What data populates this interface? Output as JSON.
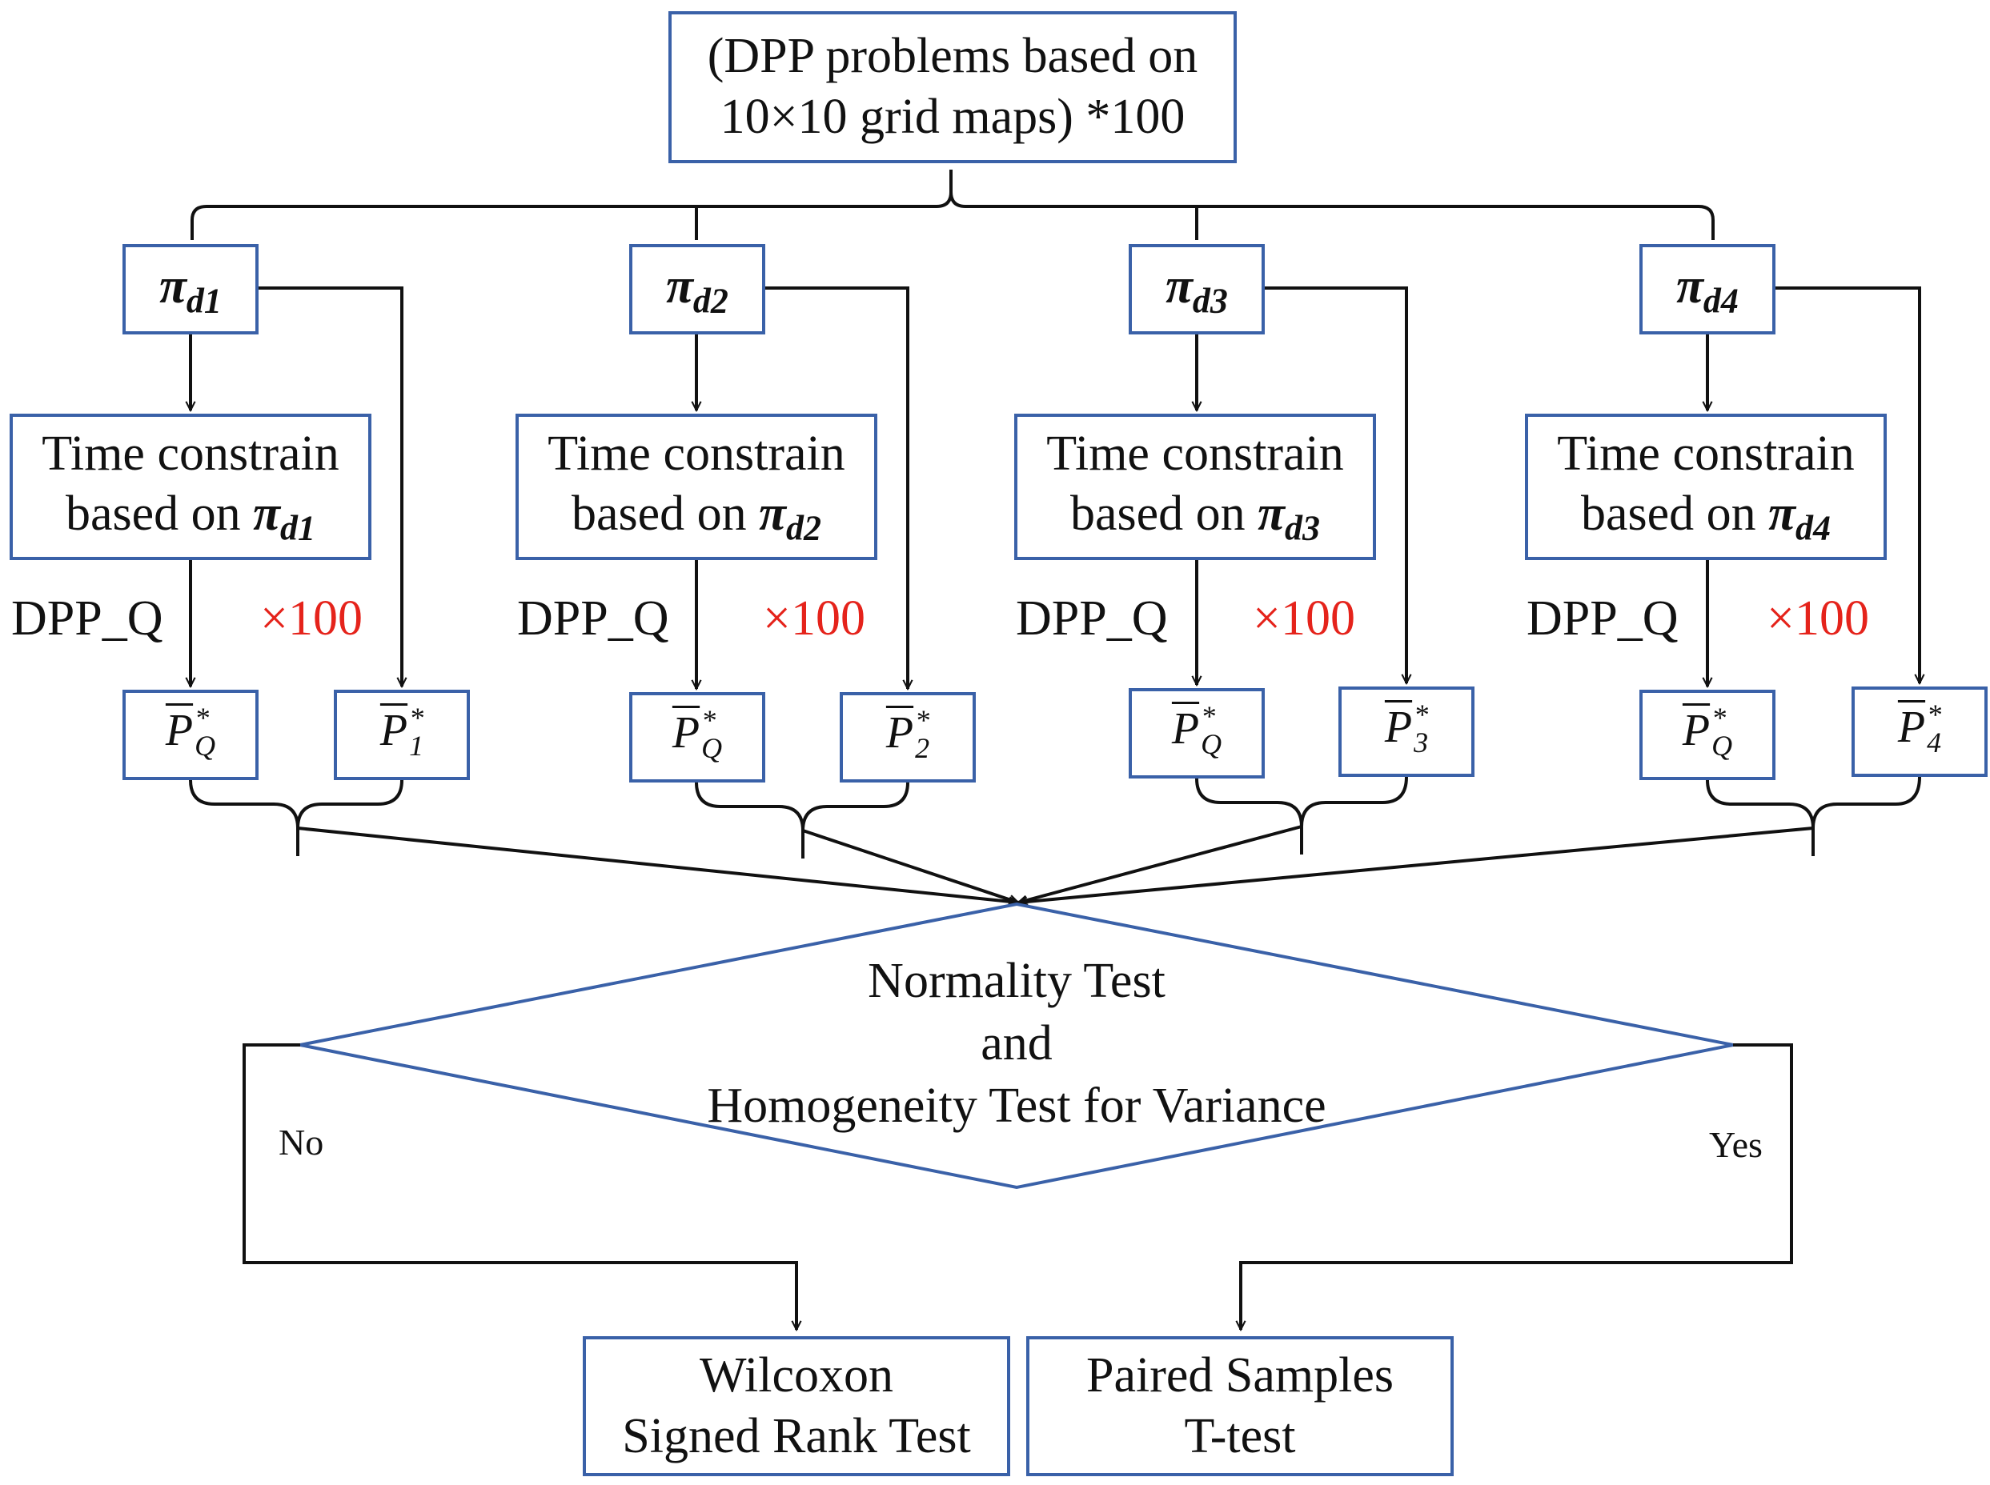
{
  "top_box": {
    "line1": "(DPP problems based on",
    "line2": "10×10 grid maps) *100"
  },
  "columns": [
    {
      "pi_symbol": "π",
      "pi_sub": "d1",
      "time_line1": "Time constrain",
      "time_line2": "based on",
      "dpp_label": "DPP_Q",
      "times_label": "×100",
      "pq": {
        "base": "P",
        "sup": "*",
        "sub": "Q"
      },
      "pi_out": {
        "base": "P",
        "sup": "*",
        "sub": "1"
      }
    },
    {
      "pi_symbol": "π",
      "pi_sub": "d2",
      "time_line1": "Time constrain",
      "time_line2": "based on",
      "dpp_label": "DPP_Q",
      "times_label": "×100",
      "pq": {
        "base": "P",
        "sup": "*",
        "sub": "Q"
      },
      "pi_out": {
        "base": "P",
        "sup": "*",
        "sub": "2"
      }
    },
    {
      "pi_symbol": "π",
      "pi_sub": "d3",
      "time_line1": "Time constrain",
      "time_line2": "based on",
      "dpp_label": "DPP_Q",
      "times_label": "×100",
      "pq": {
        "base": "P",
        "sup": "*",
        "sub": "Q"
      },
      "pi_out": {
        "base": "P",
        "sup": "*",
        "sub": "3"
      }
    },
    {
      "pi_symbol": "π",
      "pi_sub": "d4",
      "time_line1": "Time constrain",
      "time_line2": "based on",
      "dpp_label": "DPP_Q",
      "times_label": "×100",
      "pq": {
        "base": "P",
        "sup": "*",
        "sub": "Q"
      },
      "pi_out": {
        "base": "P",
        "sup": "*",
        "sub": "4"
      }
    }
  ],
  "decision": {
    "line1": "Normality Test",
    "line2": "and",
    "line3": "Homogeneity Test for Variance",
    "no_label": "No",
    "yes_label": "Yes"
  },
  "outcomes": {
    "wilcoxon_line1": "Wilcoxon",
    "wilcoxon_line2": "Signed Rank Test",
    "paired_line1": "Paired Samples",
    "paired_line2": "T-test"
  },
  "colors": {
    "box_border": "#3a61a8",
    "line": "#111111",
    "red_text": "#e5231b"
  }
}
